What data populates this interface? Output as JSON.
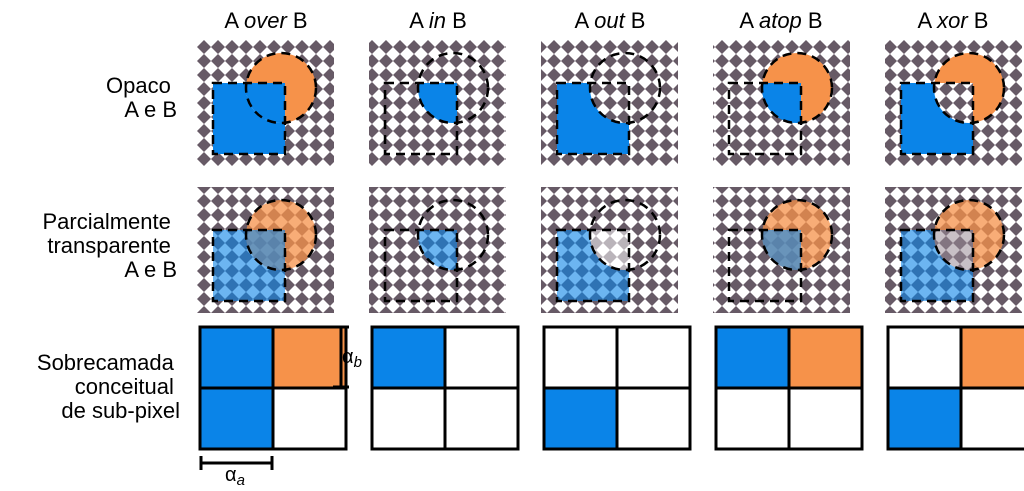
{
  "columns": [
    {
      "prefix": "A ",
      "op": "over",
      "suffix": " B"
    },
    {
      "prefix": "A ",
      "op": "in",
      "suffix": " B"
    },
    {
      "prefix": "A ",
      "op": "out",
      "suffix": " B"
    },
    {
      "prefix": "A ",
      "op": "atop",
      "suffix": " B"
    },
    {
      "prefix": "A ",
      "op": "xor",
      "suffix": " B"
    }
  ],
  "rows": [
    {
      "lines": [
        "Opaco",
        "A e B"
      ]
    },
    {
      "lines": [
        "Parcialmente",
        "transparente",
        "A e B"
      ]
    },
    {
      "lines": [
        "Sobrecamada",
        "conceitual",
        "de sub-pixel"
      ]
    }
  ],
  "annotations": {
    "alpha_b_symbol": "α",
    "alpha_b_sub": "b",
    "alpha_a_symbol": "α",
    "alpha_a_sub": "a"
  },
  "colors": {
    "A": "#0a84e8",
    "B": "#f6924a",
    "checker_dark": "#675a66",
    "checker_light": "#ffffff"
  },
  "operators": {
    "over": {
      "a_only": true,
      "b_only": true,
      "both": "A"
    },
    "in": {
      "a_only": false,
      "b_only": false,
      "both": "A"
    },
    "out": {
      "a_only": true,
      "b_only": false,
      "both": "none"
    },
    "atop": {
      "a_only": false,
      "b_only": true,
      "both": "A"
    },
    "xor": {
      "a_only": true,
      "b_only": true,
      "both": "none"
    }
  }
}
